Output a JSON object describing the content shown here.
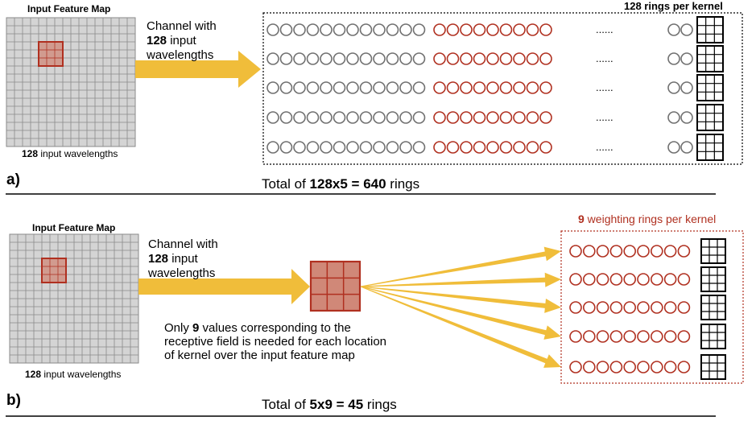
{
  "panel_a": {
    "map_title": "Input Feature Map",
    "caption_num": "128",
    "caption_text": " input wavelengths",
    "channel_line1": "Channel with",
    "channel_num": "128",
    "channel_line2_rest": " input",
    "channel_line3": "wavelengths",
    "rings_label": "128 rings per kernel",
    "ellipsis": "......",
    "total_pre": "Total of ",
    "total_bold": "128x5 = 640",
    "total_post": " rings",
    "letter": "a)"
  },
  "panel_b": {
    "map_title": "Input Feature Map",
    "caption_num": "128",
    "caption_text": " input wavelengths",
    "channel_line1": "Channel with",
    "channel_num": "128",
    "channel_line2_rest": " input",
    "channel_line3": "wavelengths",
    "note_line1_pre": "Only ",
    "note_num": "9",
    "note_line1_post": " values corresponding to the",
    "note_line2": "receptive field is needed for each location",
    "note_line3": "of kernel over the input feature map",
    "rings_num": "9",
    "rings_text": " weighting rings per kernel",
    "total_pre": "Total of ",
    "total_bold": "5x9 = 45",
    "total_post": " rings",
    "letter": "b)"
  },
  "colors": {
    "arrow": "#f0bd3a",
    "ring_red": "#b03020",
    "ring_gray": "#707070",
    "grid_fill": "#d4d4d4",
    "grid_line": "#8a8a8a",
    "kernel_fill": "#d08878"
  }
}
